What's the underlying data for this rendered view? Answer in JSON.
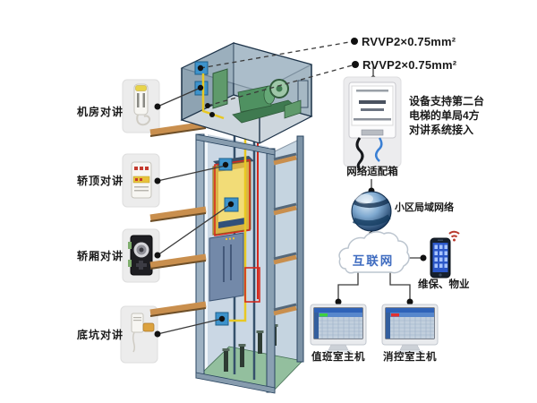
{
  "left_devices": [
    {
      "id": "machine-room-intercom",
      "label": "机房对讲"
    },
    {
      "id": "car-top-intercom",
      "label": "轿顶对讲"
    },
    {
      "id": "car-intercom",
      "label": "轿厢对讲"
    },
    {
      "id": "pit-intercom",
      "label": "底坑对讲"
    }
  ],
  "cable_labels": [
    {
      "label": "RVVP2×0.75mm²"
    },
    {
      "label": "RVVP2×0.75mm²"
    }
  ],
  "adapter": {
    "label": "网络适配箱",
    "note_line1": "设备支持第二台",
    "note_line2": "电梯的单局4方",
    "note_line3": "对讲系统接入"
  },
  "network": {
    "lan_label": "小区局域网络",
    "internet_label": "互联网",
    "mobile_label": "维保、物业"
  },
  "monitors": [
    {
      "label": "值班室主机"
    },
    {
      "label": "消控室主机"
    }
  ],
  "colors": {
    "junction_blue": "#3d93cc",
    "cable_red": "#d42a1e",
    "cable_yellow": "#e8c823",
    "internet_text_blue": "#3f6cc0",
    "wood_slab": "#d8a35e",
    "machine_green": "#4f9161"
  }
}
